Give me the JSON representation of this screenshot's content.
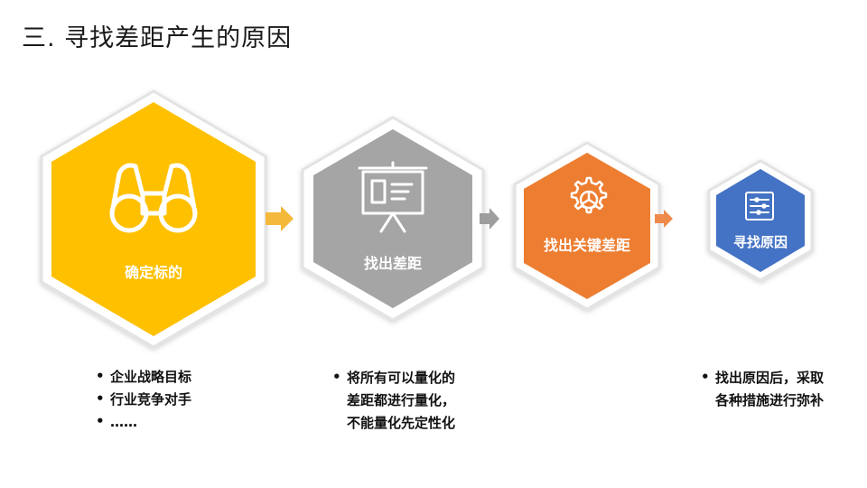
{
  "title": "三.  寻找差距产生的原因",
  "steps": [
    {
      "label": "确定标的",
      "icon": "binoculars-icon",
      "color": "#FFC000"
    },
    {
      "label": "找出差距",
      "icon": "presentation-board-icon",
      "color": "#A5A5A5"
    },
    {
      "label": "找出关键差距",
      "icon": "gear-icon",
      "color": "#ED7D31"
    },
    {
      "label": "寻找原因",
      "icon": "checklist-icon",
      "color": "#4472C4"
    }
  ],
  "notes": {
    "step1": [
      "企业战略目标",
      "行业竞争对手",
      "……"
    ],
    "step2": [
      "将所有可以量化的差距都进行量化，不能量化先定性化"
    ],
    "step4": [
      "找出原因后，采取各种措施进行弥补"
    ]
  }
}
